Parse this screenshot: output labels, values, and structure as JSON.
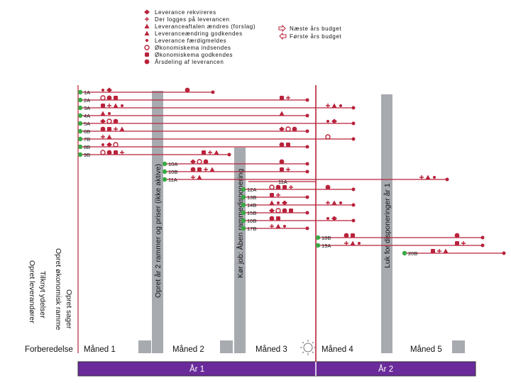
{
  "colors": {
    "accent": "#b8223a",
    "green": "#3aa845",
    "bar": "#9aa0a6",
    "year_bar": "#6a2a9a"
  },
  "legend": {
    "items": [
      {
        "symbol": "diamond",
        "text": "Leverance rekvireres"
      },
      {
        "symbol": "plus",
        "text": "Der logges på leverancen"
      },
      {
        "symbol": "triangle",
        "text": "Leveranceaftalen ændres (forslag)"
      },
      {
        "symbol": "triangle",
        "text": "Leveranceændring godkendes"
      },
      {
        "symbol": "dot",
        "text": "Leverance færdigmeldes"
      },
      {
        "symbol": "ring",
        "text": "Økonomiskema indsendes"
      },
      {
        "symbol": "square",
        "text": "Økonomiskema godkendes"
      },
      {
        "symbol": "circle",
        "text": "Årsdeling af leverancen"
      }
    ],
    "budget": [
      {
        "symbol": "arrow-right",
        "text": "Næste års budget"
      },
      {
        "symbol": "arrow-left",
        "text": "Første års budget"
      }
    ]
  },
  "vertical_bars": [
    {
      "text": "Opret år 2 rammer og priser (ikke aktive)"
    },
    {
      "text": "Kør job: Åben rammedisponering"
    },
    {
      "text": "Luk for disponeringer år 1"
    }
  ],
  "left_labels": [
    "Opret sager",
    "Opret økonomisk ramme",
    "Tilknyt ydelser",
    "Opret leverandører"
  ],
  "prep_label": "Forberedelse",
  "months": [
    "Måned 1",
    "Måned 2",
    "Måned 3",
    "Måned 4",
    "Måned 5"
  ],
  "years": [
    "År 1",
    "År 2"
  ],
  "row_groups": {
    "g1": [
      "1A",
      "2A",
      "3A",
      "4A",
      "5A",
      "6B",
      "7B",
      "8B",
      "9B"
    ],
    "g2": [
      "10A",
      "10B",
      "11A"
    ],
    "g3": [
      "11A"
    ],
    "g4": [
      "12A",
      "13B",
      "14B",
      "15B",
      "16B",
      "17B"
    ],
    "g5": [
      "18B",
      "19A"
    ],
    "g6": [
      "20B"
    ]
  }
}
